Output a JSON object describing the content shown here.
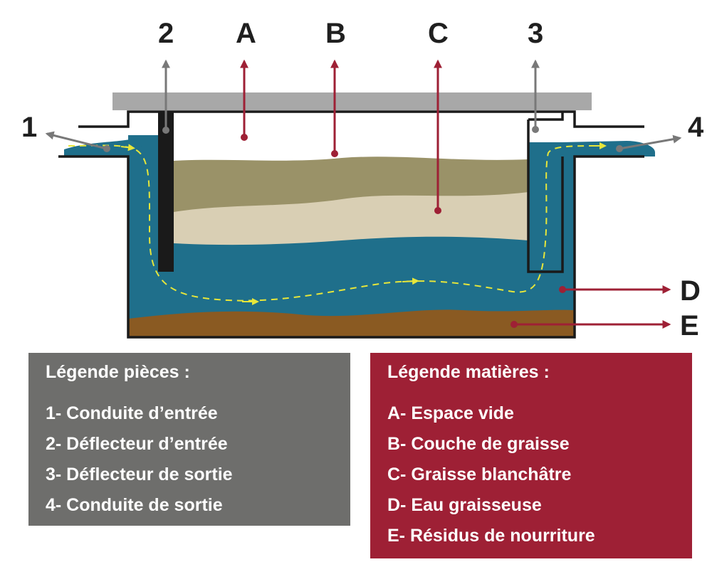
{
  "colors": {
    "water": "#1f6f8b",
    "grease": "#9a9268",
    "white_grease": "#d9cfb4",
    "residue": "#8a5a22",
    "lid": "#a8a8a8",
    "outline": "#1a1a1a",
    "flow": "#e7e63a",
    "parts_arrow": "#787878",
    "materials_arrow": "#9e2035",
    "parts_legend_bg": "#6e6e6c",
    "materials_legend_bg": "#9e2035"
  },
  "labels": {
    "l1": "1",
    "l2": "2",
    "l3": "3",
    "l4": "4",
    "lA": "A",
    "lB": "B",
    "lC": "C",
    "lD": "D",
    "lE": "E"
  },
  "legend_parts": {
    "title": "Légende pièces :",
    "items": [
      "1- Conduite d’entrée",
      "2- Déflecteur d’entrée",
      "3- Déflecteur de sortie",
      "4- Conduite de sortie"
    ]
  },
  "legend_materials": {
    "title": "Légende matières :",
    "items": [
      "A- Espace vide",
      "B- Couche de graisse",
      "C- Graisse blanchâtre",
      "D- Eau graisseuse",
      "E- Résidus de nourriture"
    ]
  }
}
